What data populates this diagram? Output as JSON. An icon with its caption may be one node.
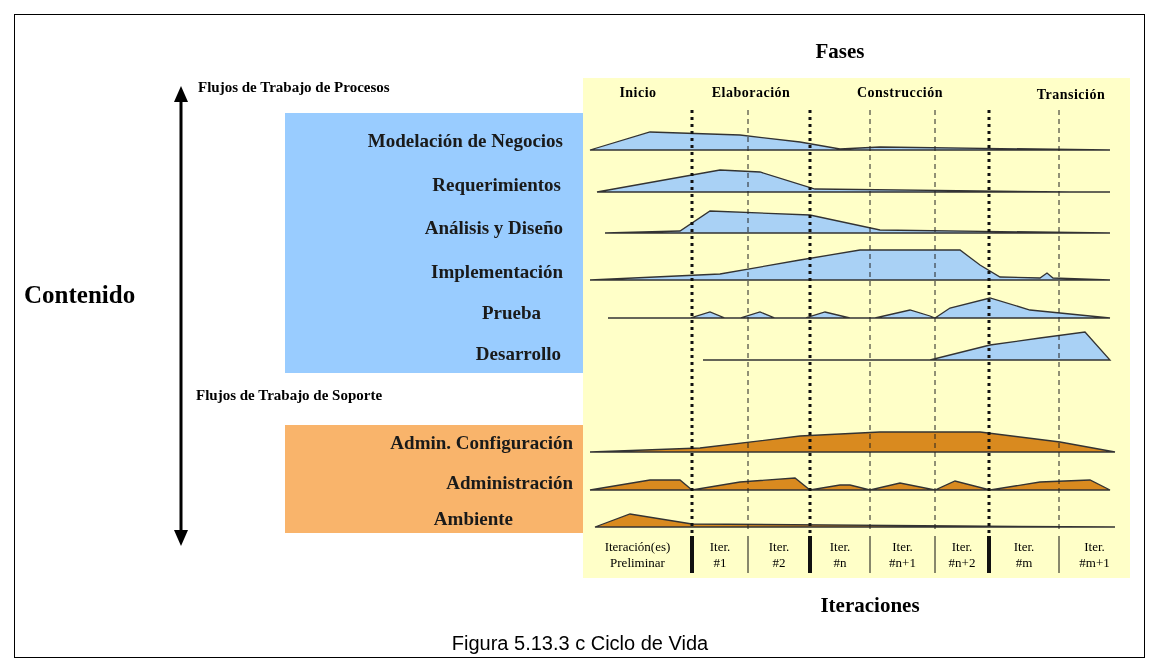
{
  "diagram": {
    "caption": "Figura 5.13.3 c Ciclo de Vida",
    "nodes": [
      {
        "text": [
          "Modelación de Negocios",
          "Requerimientos",
          "Análisis y Diseño",
          "Implementación",
          "Prueba",
          "Desarrollo"
        ]
      },
      {
        "text": [
          "Admin. Configuración",
          "Administración",
          "Ambiente"
        ]
      }
    ],
    "labels": [
      "Fases",
      "Flujos de Trabajo de Procesos",
      "Inicio",
      "Elaboración",
      "Construcción",
      "Transición",
      "Contenido",
      "Flujos de Trabajo de Soporte",
      "Iteración(es) Preliminar",
      "Iter. #1",
      "Iter. #2",
      "Iter. #n",
      "Iter. #n+1",
      "Iter. #n+2",
      "Iter. #m",
      "Iter. #m+1",
      "Iteraciones"
    ]
  }
}
